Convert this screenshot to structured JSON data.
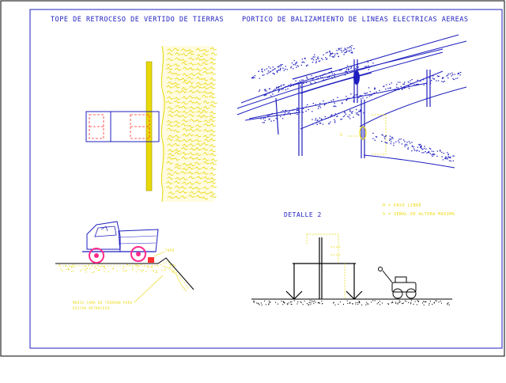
{
  "titles": {
    "left": "TOPE DE RETROCESO DE VERTIDO DE TIERRAS",
    "right": "PORTICO DE BALIZAMIENTO DE LINEAS ELECTRICAS AEREAS",
    "detalle": "DETALLE 2"
  },
  "legend": {
    "h": "H = PASO LIBRE",
    "s": "S = SEÑAL DE ALTURA MAXIMA"
  },
  "dump_truck": {
    "stop_label": "TOPE",
    "note_line1": "MEDIA CAÑA DE TERRENO PARA",
    "note_line2": "EVITAR RETROCESO"
  },
  "marker": {
    "s": "S"
  },
  "colors": {
    "frame": "#1f1fbf",
    "annotation": "#e8d80a",
    "terrain": "#e8d80a",
    "truck_body": "#3a3adf",
    "wheel": "#ff2a8c",
    "stop_block": "#ff3030",
    "ground": "#000000"
  },
  "icons": {
    "truck": "dump-truck-icon",
    "roller": "road-roller-icon",
    "sign": "balloon-sign-icon"
  }
}
